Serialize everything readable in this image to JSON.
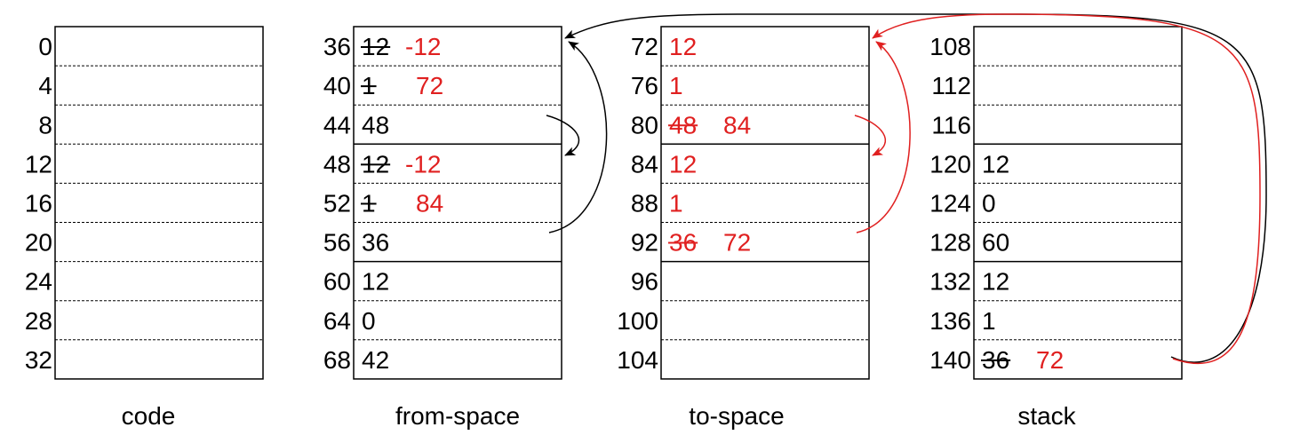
{
  "columns": [
    {
      "name": "code",
      "caption": "code",
      "cells": [
        {
          "addr": "0",
          "old": "",
          "new": ""
        },
        {
          "addr": "4",
          "old": "",
          "new": ""
        },
        {
          "addr": "8",
          "old": "",
          "new": ""
        },
        {
          "addr": "12",
          "old": "",
          "new": ""
        },
        {
          "addr": "16",
          "old": "",
          "new": ""
        },
        {
          "addr": "20",
          "old": "",
          "new": ""
        },
        {
          "addr": "24",
          "old": "",
          "new": ""
        },
        {
          "addr": "28",
          "old": "",
          "new": ""
        },
        {
          "addr": "32",
          "old": "",
          "new": ""
        }
      ],
      "solid_after": []
    },
    {
      "name": "from-space",
      "caption": "from-space",
      "cells": [
        {
          "addr": "36",
          "old": "12",
          "old_struck": true,
          "new": "-12"
        },
        {
          "addr": "40",
          "old": "1",
          "old_struck": true,
          "new": "72"
        },
        {
          "addr": "44",
          "old": "48",
          "old_struck": false,
          "new": ""
        },
        {
          "addr": "48",
          "old": "12",
          "old_struck": true,
          "new": "-12"
        },
        {
          "addr": "52",
          "old": "1",
          "old_struck": true,
          "new": "84"
        },
        {
          "addr": "56",
          "old": "36",
          "old_struck": false,
          "new": ""
        },
        {
          "addr": "60",
          "old": "12",
          "old_struck": false,
          "new": ""
        },
        {
          "addr": "64",
          "old": "0",
          "old_struck": false,
          "new": ""
        },
        {
          "addr": "68",
          "old": "42",
          "old_struck": false,
          "new": ""
        }
      ],
      "solid_after": [
        2,
        5
      ]
    },
    {
      "name": "to-space",
      "caption": "to-space",
      "cells": [
        {
          "addr": "72",
          "old": "12",
          "old_red": true,
          "old_struck": false,
          "new": ""
        },
        {
          "addr": "76",
          "old": "1",
          "old_red": true,
          "old_struck": false,
          "new": ""
        },
        {
          "addr": "80",
          "old": "48",
          "old_red": true,
          "old_struck": true,
          "new": "84"
        },
        {
          "addr": "84",
          "old": "12",
          "old_red": true,
          "old_struck": false,
          "new": ""
        },
        {
          "addr": "88",
          "old": "1",
          "old_red": true,
          "old_struck": false,
          "new": ""
        },
        {
          "addr": "92",
          "old": "36",
          "old_red": true,
          "old_struck": true,
          "new": "72"
        },
        {
          "addr": "96",
          "old": "",
          "new": ""
        },
        {
          "addr": "100",
          "old": "",
          "new": ""
        },
        {
          "addr": "104",
          "old": "",
          "new": ""
        }
      ],
      "solid_after": [
        2,
        5
      ]
    },
    {
      "name": "stack",
      "caption": "stack",
      "cells": [
        {
          "addr": "108",
          "old": "",
          "new": ""
        },
        {
          "addr": "112",
          "old": "",
          "new": ""
        },
        {
          "addr": "116",
          "old": "",
          "new": ""
        },
        {
          "addr": "120",
          "old": "12",
          "old_struck": false,
          "new": ""
        },
        {
          "addr": "124",
          "old": "0",
          "old_struck": false,
          "new": ""
        },
        {
          "addr": "128",
          "old": "60",
          "old_struck": false,
          "new": ""
        },
        {
          "addr": "132",
          "old": "12",
          "old_struck": false,
          "new": ""
        },
        {
          "addr": "136",
          "old": "1",
          "old_struck": false,
          "new": ""
        },
        {
          "addr": "140",
          "old": "36",
          "old_struck": true,
          "new": "72"
        }
      ],
      "solid_after": [
        2,
        5
      ]
    }
  ],
  "colors": {
    "ink": "#000000",
    "forward": "#e02020"
  },
  "arrows": [
    {
      "name": "arrow-44-to-48",
      "from": "from-space[44]",
      "to": "from-space[48]",
      "color": "ink"
    },
    {
      "name": "arrow-56-to-36",
      "from": "from-space[56]",
      "to": "from-space[36]",
      "color": "ink"
    },
    {
      "name": "arrow-80-to-84",
      "from": "to-space[80]",
      "to": "to-space[84]",
      "color": "forward"
    },
    {
      "name": "arrow-92-to-72",
      "from": "to-space[92]",
      "to": "to-space[72]",
      "color": "forward"
    },
    {
      "name": "arrow-stack-140-to-36",
      "from": "stack[140]",
      "to": "from-space[36]",
      "color": "ink"
    },
    {
      "name": "arrow-stack-140-to-72",
      "from": "stack[140]",
      "to": "to-space[72]",
      "color": "forward"
    }
  ]
}
